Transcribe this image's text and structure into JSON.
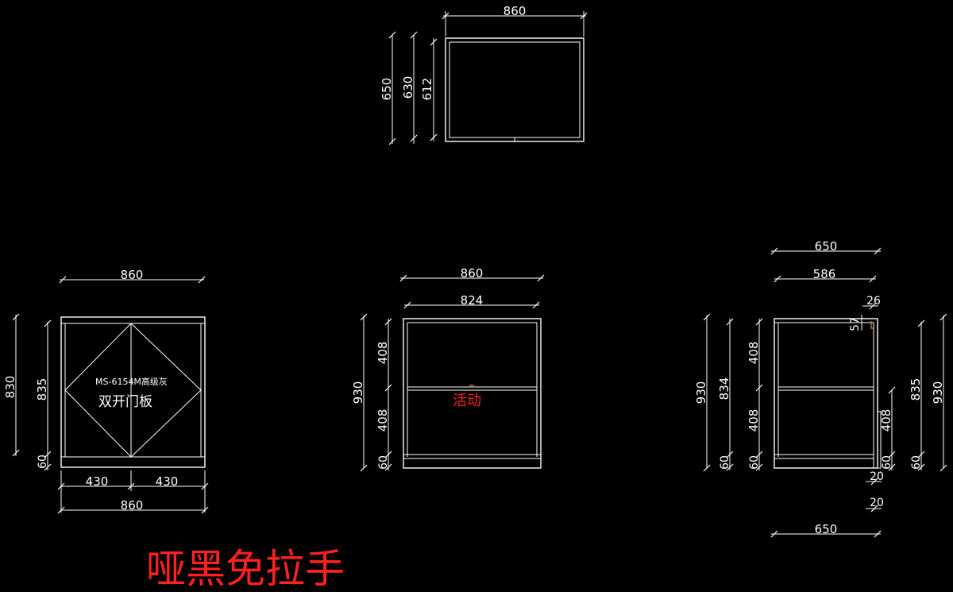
{
  "top_view": {
    "width_dim": "860",
    "depth_dims": [
      "650",
      "630",
      "612"
    ]
  },
  "front_view": {
    "top_width_dim": "860",
    "bottom_width_dim": "860",
    "door_widths": [
      "430",
      "430"
    ],
    "left_dims": [
      "830",
      "835",
      "60"
    ],
    "model_label": "MS-6154M高级灰",
    "door_label": "双开门板"
  },
  "middle_view": {
    "width_dims": [
      "860",
      "824"
    ],
    "left_dims": [
      "930",
      "408",
      "408",
      "60"
    ],
    "shelf_label": "活动"
  },
  "side_view": {
    "top_dims": [
      "650",
      "586",
      "26",
      "57"
    ],
    "bottom_dim": "650",
    "left_dims": [
      "930",
      "834",
      "408",
      "408",
      "60",
      "60"
    ],
    "right_dims": [
      "930",
      "835",
      "408",
      "60",
      "60"
    ],
    "small_dims": [
      "20",
      "20"
    ]
  },
  "footer_note": "哑黑免拉手",
  "colors": {
    "line": "#ffffff",
    "note": "#ff2020",
    "accent": "#c98a3a",
    "background": "#000000"
  }
}
